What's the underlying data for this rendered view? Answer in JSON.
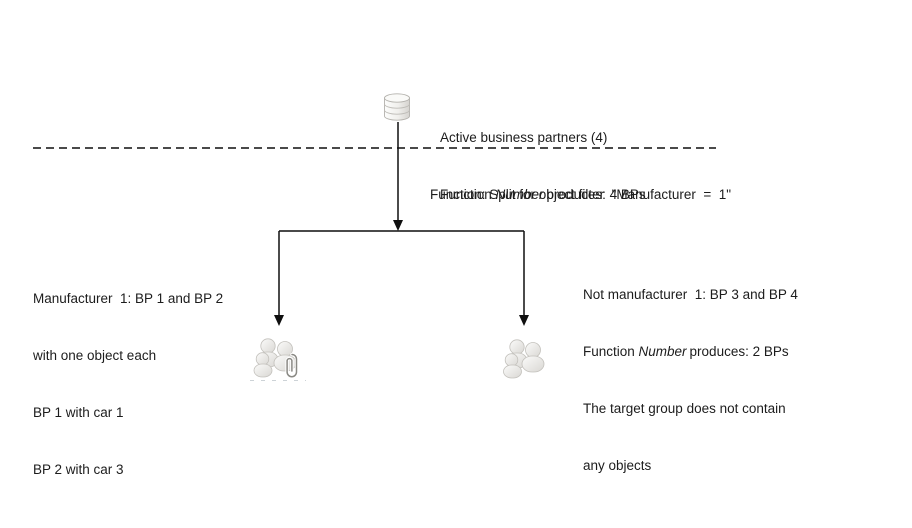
{
  "diagram": {
    "title_semantic": "segmentation-split-flow",
    "source": {
      "icon": "database-icon",
      "label_line1": "Active business partners (4)",
      "label_line2": {
        "prefix": "Function ",
        "italic": "Number",
        "suffix": "produces: 4 BPs"
      }
    },
    "split": {
      "label": "Function: Split for object filter  \"Manufacturer  =  1\""
    },
    "left_branch": {
      "icon": "target-group-with-attachment-icon",
      "lines": [
        "Manufacturer  1: BP 1 and BP 2",
        "with one object each",
        "BP 1 with car 1",
        "BP 2 with car 3"
      ]
    },
    "right_branch": {
      "icon": "target-group-icon",
      "line1": "Not manufacturer  1: BP 3 and BP 4",
      "line2": {
        "prefix": "Function ",
        "italic": "Number",
        "suffix": "produces: 2 BPs"
      },
      "line3": "The target group does not contain",
      "line4": "any objects"
    },
    "colors": {
      "background": "#ffffff",
      "line": "#0f0f0f",
      "text": "#1c1c1c",
      "icon_fill_light": "#fbfbfa",
      "icon_fill_dark": "#d6d4d0",
      "icon_stroke": "#b9b7b2",
      "paperclip_stroke": "#8a8984",
      "artifact_dash": "#cdd3d7"
    }
  }
}
